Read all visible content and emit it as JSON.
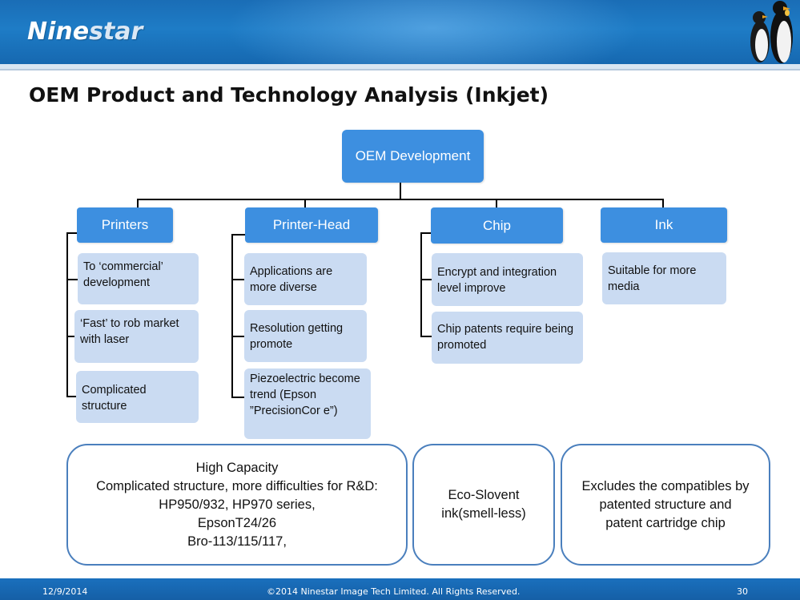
{
  "brand": {
    "logo_main": "Nine",
    "logo_sub": "star"
  },
  "title": "OEM Product and Technology Analysis (Inkjet)",
  "root": "OEM Development",
  "categories": [
    {
      "label": "Printers",
      "items": [
        "To ‘commercial’ development",
        "‘Fast’ to rob market with laser",
        "Complicated structure"
      ]
    },
    {
      "label": "Printer-Head",
      "items": [
        "Applications are more diverse",
        "Resolution getting promote",
        "Piezoelectric become trend (Epson ”PrecisionCor e”)"
      ]
    },
    {
      "label": "Chip",
      "items": [
        "Encrypt and integration level improve",
        "Chip patents require being promoted"
      ]
    },
    {
      "label": "Ink",
      "items": [
        "Suitable for more media"
      ]
    }
  ],
  "notes": [
    {
      "lines": [
        "High Capacity",
        "Complicated structure, more difficulties for R&D:",
        "HP950/932, HP970 series,",
        "EpsonT24/26",
        "Bro-113/115/117,"
      ]
    },
    {
      "lines": [
        "Eco-Slovent",
        "ink(smell-less)"
      ]
    },
    {
      "lines": [
        "Excludes the compatibles by",
        "patented structure and",
        "patent cartridge chip"
      ]
    }
  ],
  "footer": {
    "date": "12/9/2014",
    "copyright": "©2014 Ninestar Image Tech Limited. All Rights Reserved.",
    "page": "30"
  },
  "colors": {
    "header_blue": "#1e7cc6",
    "node_blue": "#3d8fe0",
    "item_fill": "#cadbf2",
    "note_border": "#4a7fbd"
  }
}
